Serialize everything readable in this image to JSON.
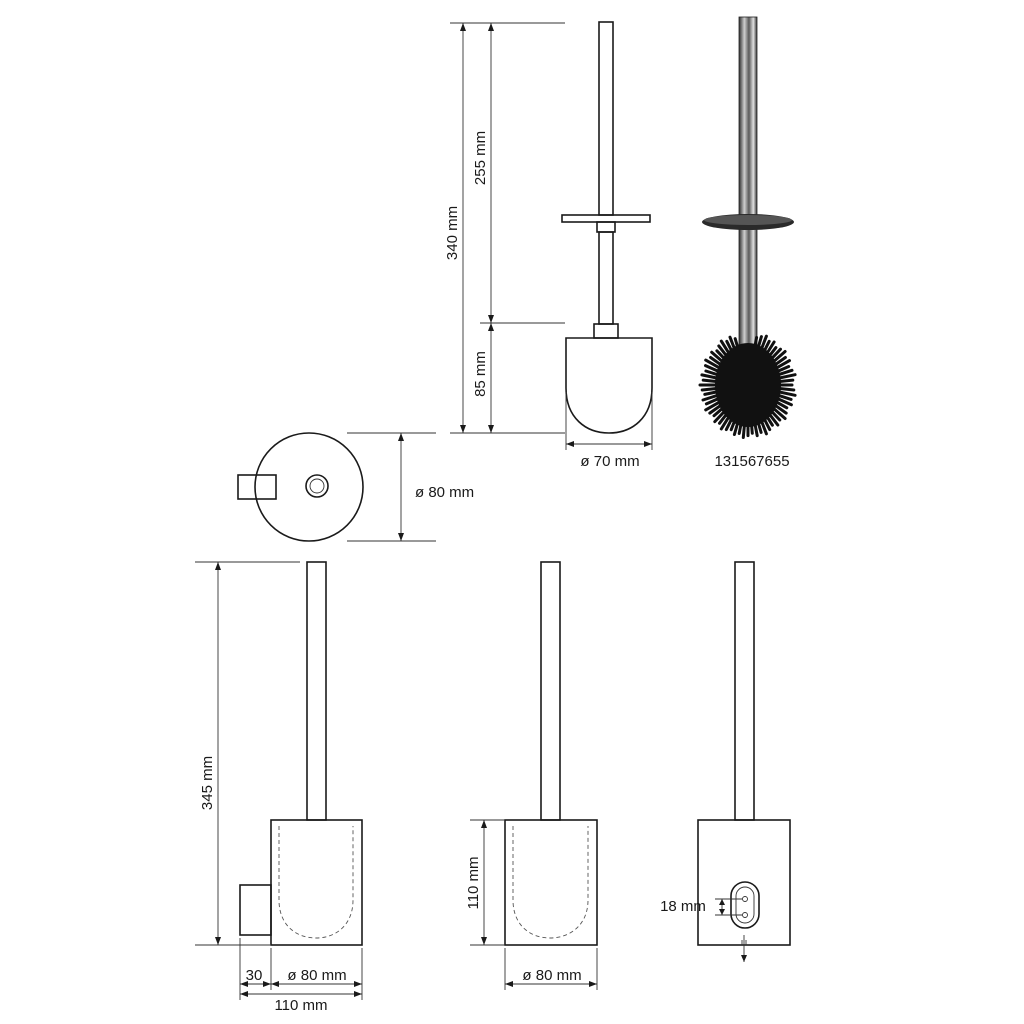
{
  "labels": {
    "brush_total_height": "340 mm",
    "brush_handle_length": "255 mm",
    "brush_head_height": "85 mm",
    "brush_head_diameter": "ø 70 mm",
    "replacement_part_number": "131567655",
    "holder_diameter_top": "ø 80 mm",
    "overall_height": "345 mm",
    "wall_distance": "30",
    "holder_diameter_side": "ø 80 mm",
    "total_depth": "110 mm",
    "holder_height": "110 mm",
    "holder_diameter_front": "ø 80 mm",
    "mounting_hole_spacing": "18 mm"
  },
  "colors": {
    "line": "#1a1a1a",
    "brush_bristles": "#111111",
    "chrome_dark": "#3a3a3a",
    "chrome_light": "#d0d0d0"
  }
}
